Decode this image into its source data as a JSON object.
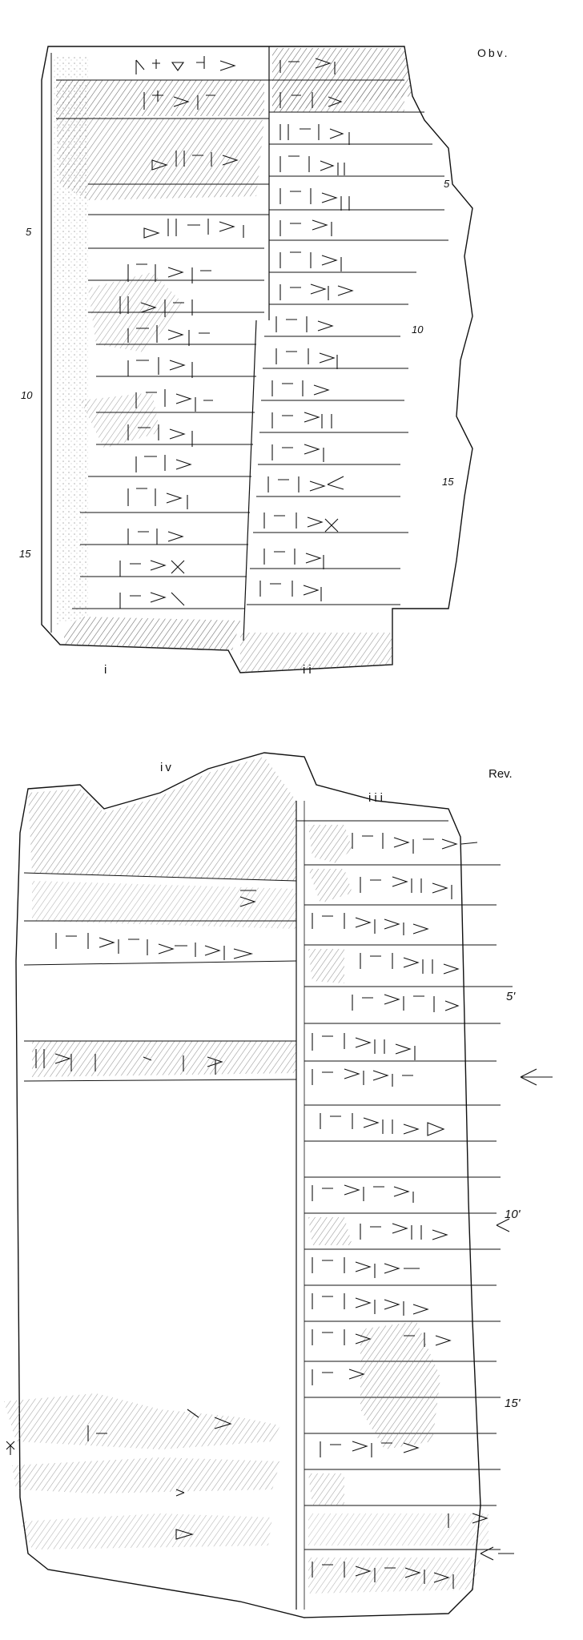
{
  "obverse": {
    "side_label": "Obv.",
    "column_labels": [
      "i",
      "ii"
    ],
    "line_numbers_col_i": [
      "5",
      "10",
      "15"
    ],
    "line_numbers_col_ii": [
      "5",
      "10",
      "15"
    ]
  },
  "reverse": {
    "side_label": "Rev.",
    "column_labels": [
      "iv",
      "iii"
    ],
    "line_numbers_col_iii": [
      "5'",
      "10'",
      "15'"
    ]
  },
  "colors": {
    "ink": "#111111",
    "hatch": "#555555",
    "paper": "#ffffff"
  }
}
